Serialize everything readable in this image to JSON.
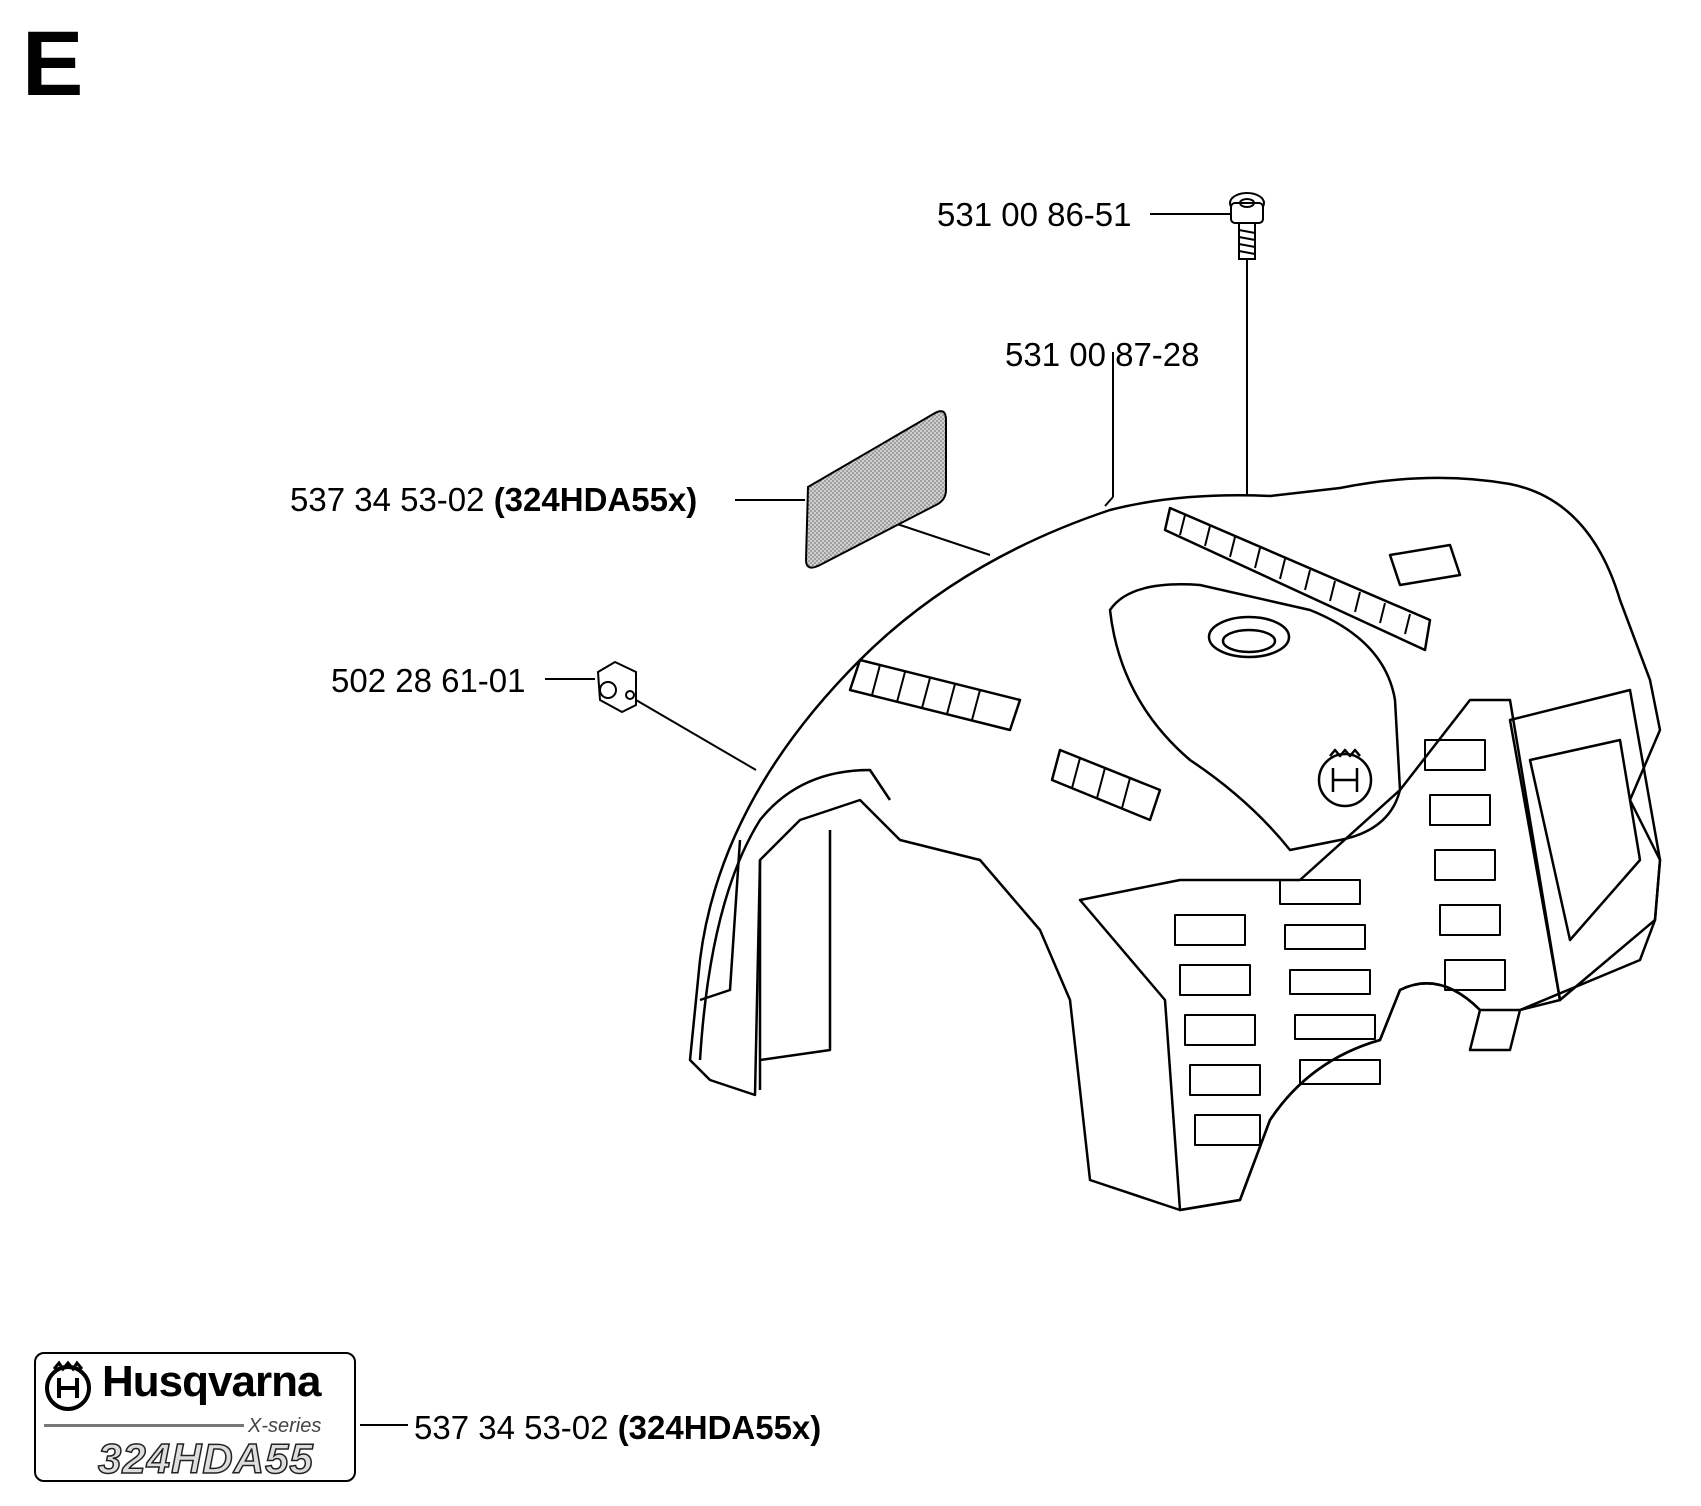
{
  "section": "E",
  "parts": [
    {
      "number": "531 00 86-51",
      "note": ""
    },
    {
      "number": "531 00 87-28",
      "note": ""
    },
    {
      "number": "537 34 53-02",
      "note": "(324HDA55x)"
    },
    {
      "number": "502 28 61-01",
      "note": ""
    },
    {
      "number": "537 34 53-02",
      "note": "(324HDA55x)"
    }
  ],
  "decal": {
    "brand": "Husqvarna",
    "series": "X-series",
    "model": "324HDA55"
  },
  "colors": {
    "line": "#000000",
    "decal_fill": "#bbbbbb"
  },
  "icons": [
    "husqvarna-crown-h-logo-icon",
    "bolt-icon",
    "cable-clip-icon"
  ]
}
